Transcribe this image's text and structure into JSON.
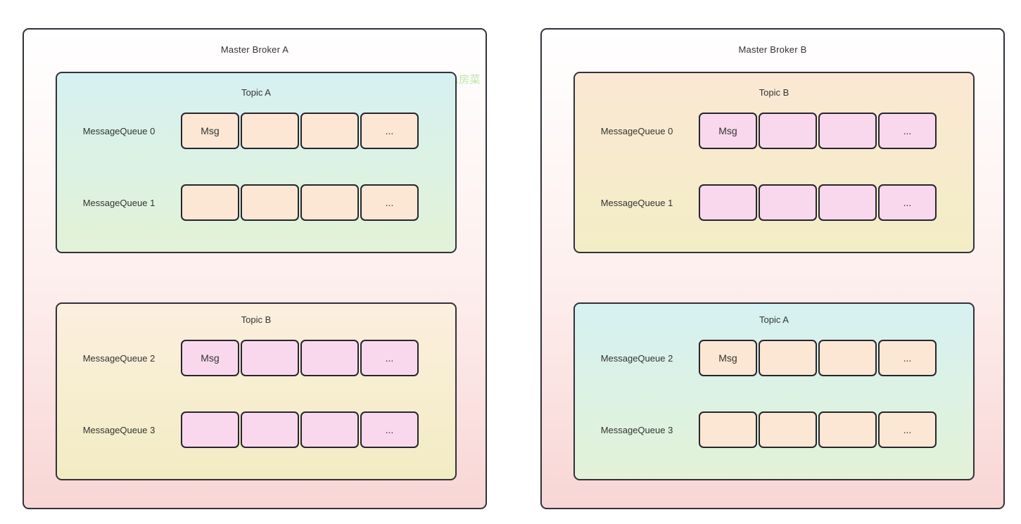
{
  "colors": {
    "border_dark": "#31313a",
    "cell_border": "#26262e",
    "text": "#333333",
    "watermark_green": "#b7e9a5",
    "broker_gradient": [
      "#ffffff",
      "#f8d6d5"
    ],
    "topic_teal_gradient": [
      "#d5f1f1",
      "#e3f2d7"
    ],
    "topic_cream_gradient": [
      "#fcefdf",
      "#f2ecc2"
    ],
    "topic_peach_gradient": [
      "#fbe8d4",
      "#f3edc5"
    ],
    "cell_peach": "#fbe7d3",
    "cell_pink": "#f9d8ee"
  },
  "watermark": {
    "text": "菜菜的后端私房菜"
  },
  "brokers": [
    {
      "title": "Master Broker A",
      "topics": [
        {
          "title": "Topic A",
          "queues": [
            {
              "label": "MessageQueue 0",
              "cells": [
                "Msg",
                "",
                "",
                "..."
              ]
            },
            {
              "label": "MessageQueue 1",
              "cells": [
                "",
                "",
                "",
                "..."
              ]
            }
          ]
        },
        {
          "title": "Topic B",
          "queues": [
            {
              "label": "MessageQueue 2",
              "cells": [
                "Msg",
                "",
                "",
                "..."
              ]
            },
            {
              "label": "MessageQueue 3",
              "cells": [
                "",
                "",
                "",
                "..."
              ]
            }
          ]
        }
      ]
    },
    {
      "title": "Master Broker B",
      "topics": [
        {
          "title": "Topic B",
          "queues": [
            {
              "label": "MessageQueue 0",
              "cells": [
                "Msg",
                "",
                "",
                "..."
              ]
            },
            {
              "label": "MessageQueue 1",
              "cells": [
                "",
                "",
                "",
                "..."
              ]
            }
          ]
        },
        {
          "title": "Topic A",
          "queues": [
            {
              "label": "MessageQueue 2",
              "cells": [
                "Msg",
                "",
                "",
                "..."
              ]
            },
            {
              "label": "MessageQueue 3",
              "cells": [
                "",
                "",
                "",
                "..."
              ]
            }
          ]
        }
      ]
    }
  ]
}
